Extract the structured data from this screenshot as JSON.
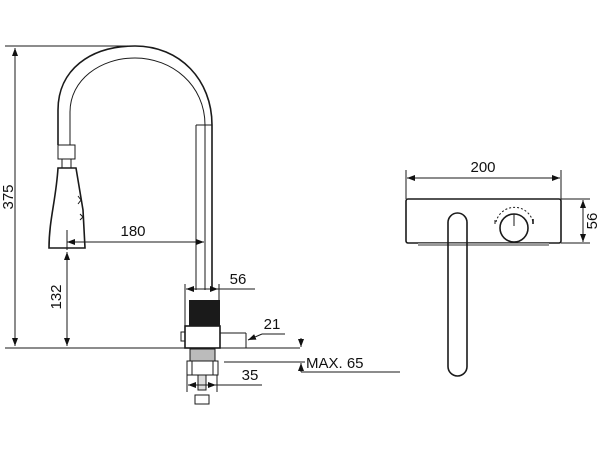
{
  "drawing": {
    "side_view": {
      "total_height": "375",
      "reach": "180",
      "spout_clearance": "132",
      "body_diameter": "56",
      "base_height": "21",
      "shank_diameter": "35",
      "max_deck_thickness": "MAX. 65"
    },
    "top_view": {
      "width": "200",
      "depth": "56"
    }
  }
}
